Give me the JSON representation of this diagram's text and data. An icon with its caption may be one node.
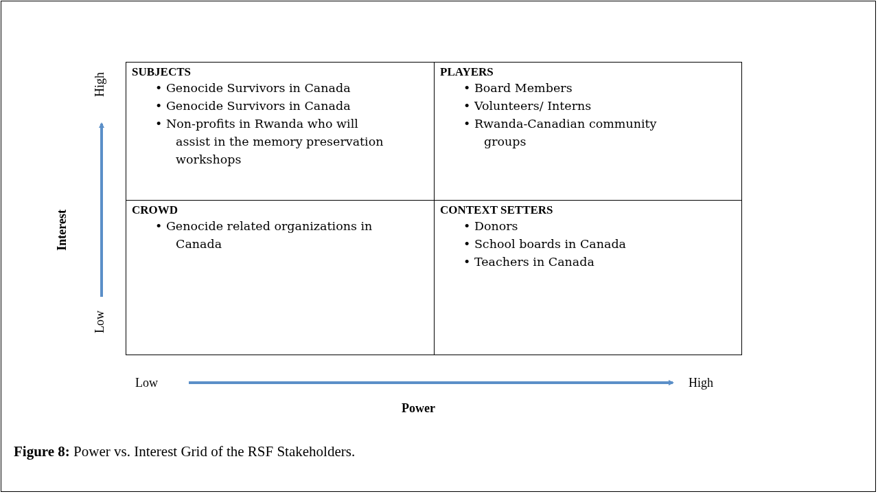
{
  "diagram": {
    "caption": "**Figure 8:** Power vs. Interest Grid of the RSF Stakeholders.",
    "nodes": [
      {
        "text": [
          "SUBJECTS",
          "• Genocide Survivors in Canada",
          "• Genocide Survivors in Canada",
          "• Non-profits in Rwanda who will assist in the memory preservation workshops"
        ]
      },
      {
        "text": [
          "PLAYERS",
          "• Board Members",
          "• Volunteers/ Interns",
          "• Rwanda-Canadian community groups"
        ]
      },
      {
        "text": [
          "CROWD",
          "• Genocide related organizations in Canada"
        ]
      },
      {
        "text": [
          "CONTEXT SETTERS",
          "• Donors",
          "• School boards in Canada",
          "• Teachers in Canada"
        ]
      }
    ],
    "labels": [
      "High",
      "Interest",
      "Low",
      "Low",
      "High",
      "Power"
    ]
  }
}
